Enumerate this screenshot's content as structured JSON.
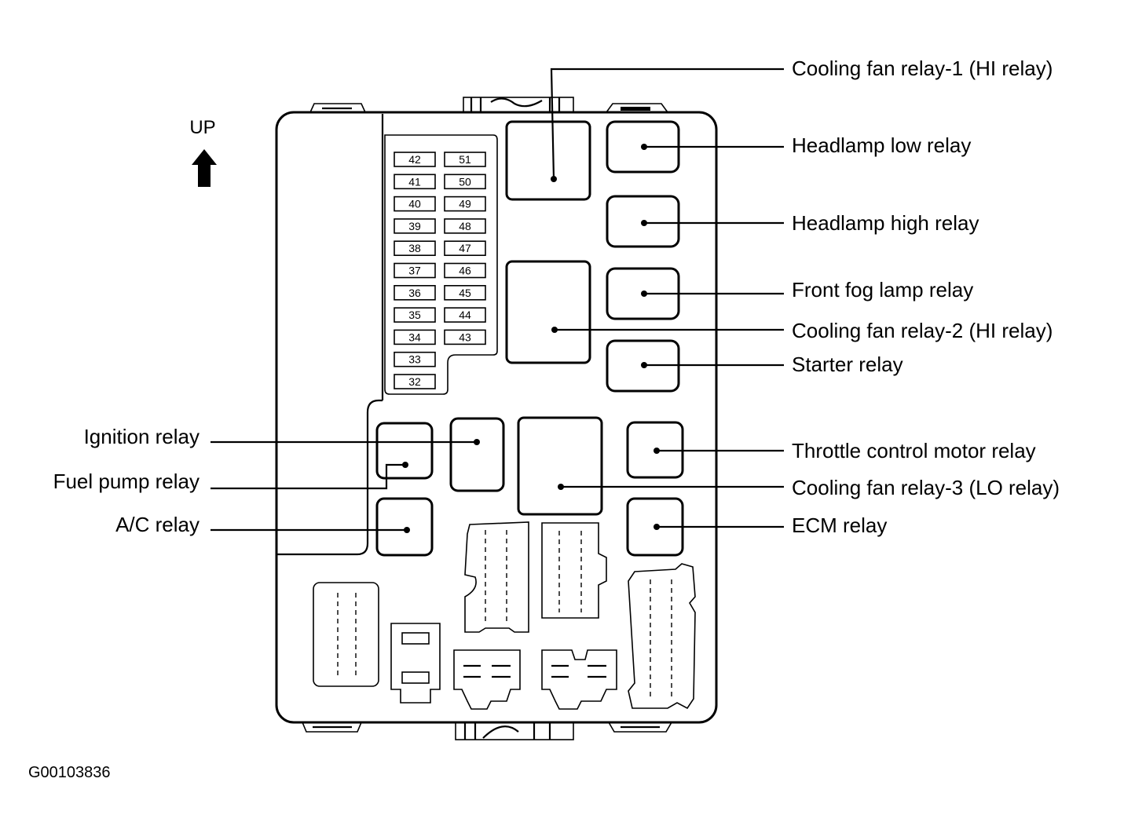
{
  "up_label": "UP",
  "figure_code": "G00103836",
  "fuses": {
    "left_column": [
      "42",
      "41",
      "40",
      "39",
      "38",
      "37",
      "36",
      "35",
      "34",
      "33",
      "32"
    ],
    "right_column": [
      "51",
      "50",
      "49",
      "48",
      "47",
      "46",
      "45",
      "44",
      "43"
    ]
  },
  "labels": {
    "cooling_fan_relay_1": "Cooling fan relay-1 (HI relay)",
    "headlamp_low_relay": "Headlamp low relay",
    "headlamp_high_relay": "Headlamp high relay",
    "front_fog_lamp_relay": "Front fog lamp relay",
    "cooling_fan_relay_2": "Cooling fan relay-2 (HI relay)",
    "starter_relay": "Starter relay",
    "throttle_control_motor_relay": "Throttle control motor relay",
    "cooling_fan_relay_3": "Cooling fan relay-3 (LO relay)",
    "ecm_relay": "ECM relay",
    "ignition_relay": "Ignition relay",
    "fuel_pump_relay": "Fuel pump relay",
    "ac_relay": "A/C relay"
  }
}
